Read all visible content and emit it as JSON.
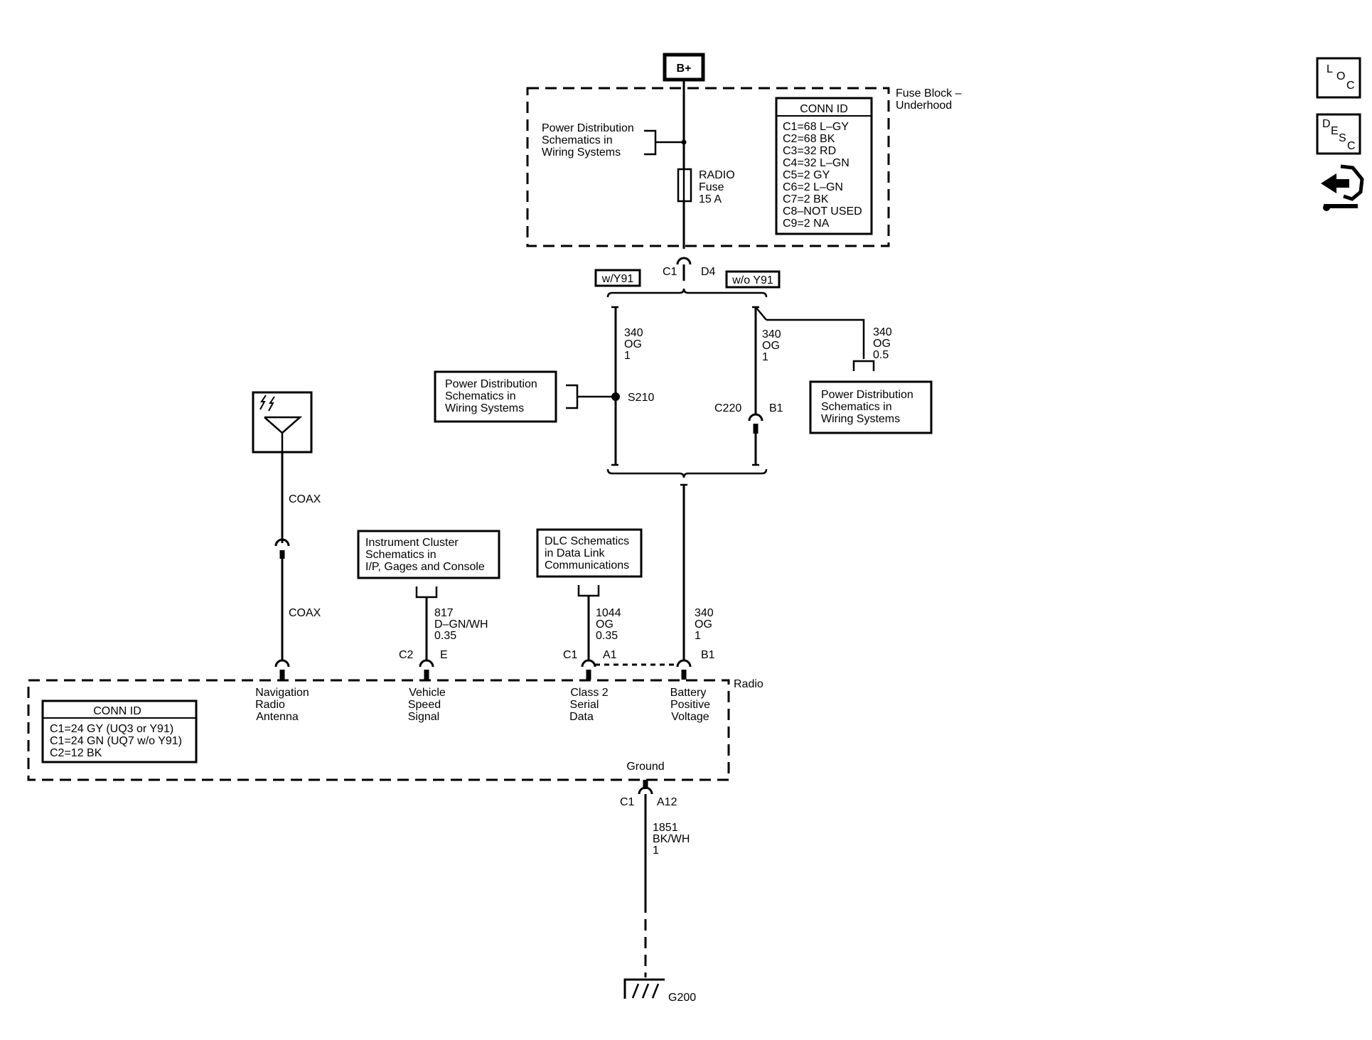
{
  "power": {
    "source": "B+"
  },
  "fuse_block": {
    "title_line1": "Fuse Block –",
    "title_line2": "Underhood",
    "ref_line1": "Power Distribution",
    "ref_line2": "Schematics in",
    "ref_line3": "Wiring Systems",
    "fuse_line1": "RADIO",
    "fuse_line2": "Fuse",
    "fuse_line3": "15 A",
    "conn_title": "CONN ID",
    "conn_items": [
      "C1=68 L–GY",
      "C2=68 BK",
      "C3=32 RD",
      "C4=32 L–GN",
      "C5=2 GY",
      "C6=2 L–GN",
      "C7=2 BK",
      "C8–NOT USED",
      "C9=2 NA"
    ],
    "conn_c": "C1",
    "conn_pin": "D4"
  },
  "options": {
    "with": "w/Y91",
    "without": "w/o Y91"
  },
  "left_branch": {
    "circuit": "340",
    "color": "OG",
    "size": "1",
    "splice": "S210",
    "ref_line1": "Power Distribution",
    "ref_line2": "Schematics in",
    "ref_line3": "Wiring Systems"
  },
  "right_branch": {
    "circuit": "340",
    "color": "OG",
    "size": "1",
    "conn": "C220",
    "pin": "B1"
  },
  "side_branch": {
    "circuit": "340",
    "color": "OG",
    "size": "0.5",
    "ref_line1": "Power Distribution",
    "ref_line2": "Schematics in",
    "ref_line3": "Wiring Systems"
  },
  "antenna": {
    "coax_top": "COAX",
    "coax_bottom": "COAX"
  },
  "vss": {
    "ref_line1": "Instrument Cluster",
    "ref_line2": "Schematics in",
    "ref_line3": "I/P, Gages and Console",
    "circuit": "817",
    "color": "D–GN/WH",
    "size": "0.35",
    "conn": "C2",
    "pin": "E"
  },
  "dlc": {
    "ref_line1": "DLC Schematics",
    "ref_line2": "in Data Link",
    "ref_line3": "Communications",
    "circuit": "1044",
    "color": "OG",
    "size": "0.35",
    "conn": "C1",
    "pin": "A1"
  },
  "battery_feed": {
    "circuit": "340",
    "color": "OG",
    "size": "1",
    "pin": "B1"
  },
  "radio": {
    "title": "Radio",
    "conn_title": "CONN ID",
    "conn_items": [
      "C1=24 GY (UQ3 or Y91)",
      "C1=24 GN (UQ7 w/o Y91)",
      "C2=12 BK"
    ],
    "term1": [
      "Navigation",
      "Radio",
      "Antenna"
    ],
    "term2": [
      "Vehicle",
      "Speed",
      "Signal"
    ],
    "term3": [
      "Class 2",
      "Serial",
      "Data"
    ],
    "term4": [
      "Battery",
      "Positive",
      "Voltage"
    ],
    "ground_label": "Ground"
  },
  "ground": {
    "conn": "C1",
    "pin": "A12",
    "circuit": "1851",
    "color": "BK/WH",
    "size": "1",
    "point": "G200"
  },
  "side_icons": {
    "loc": [
      "L",
      "O",
      "C"
    ],
    "desc": [
      "D",
      "E",
      "S",
      "C"
    ]
  }
}
